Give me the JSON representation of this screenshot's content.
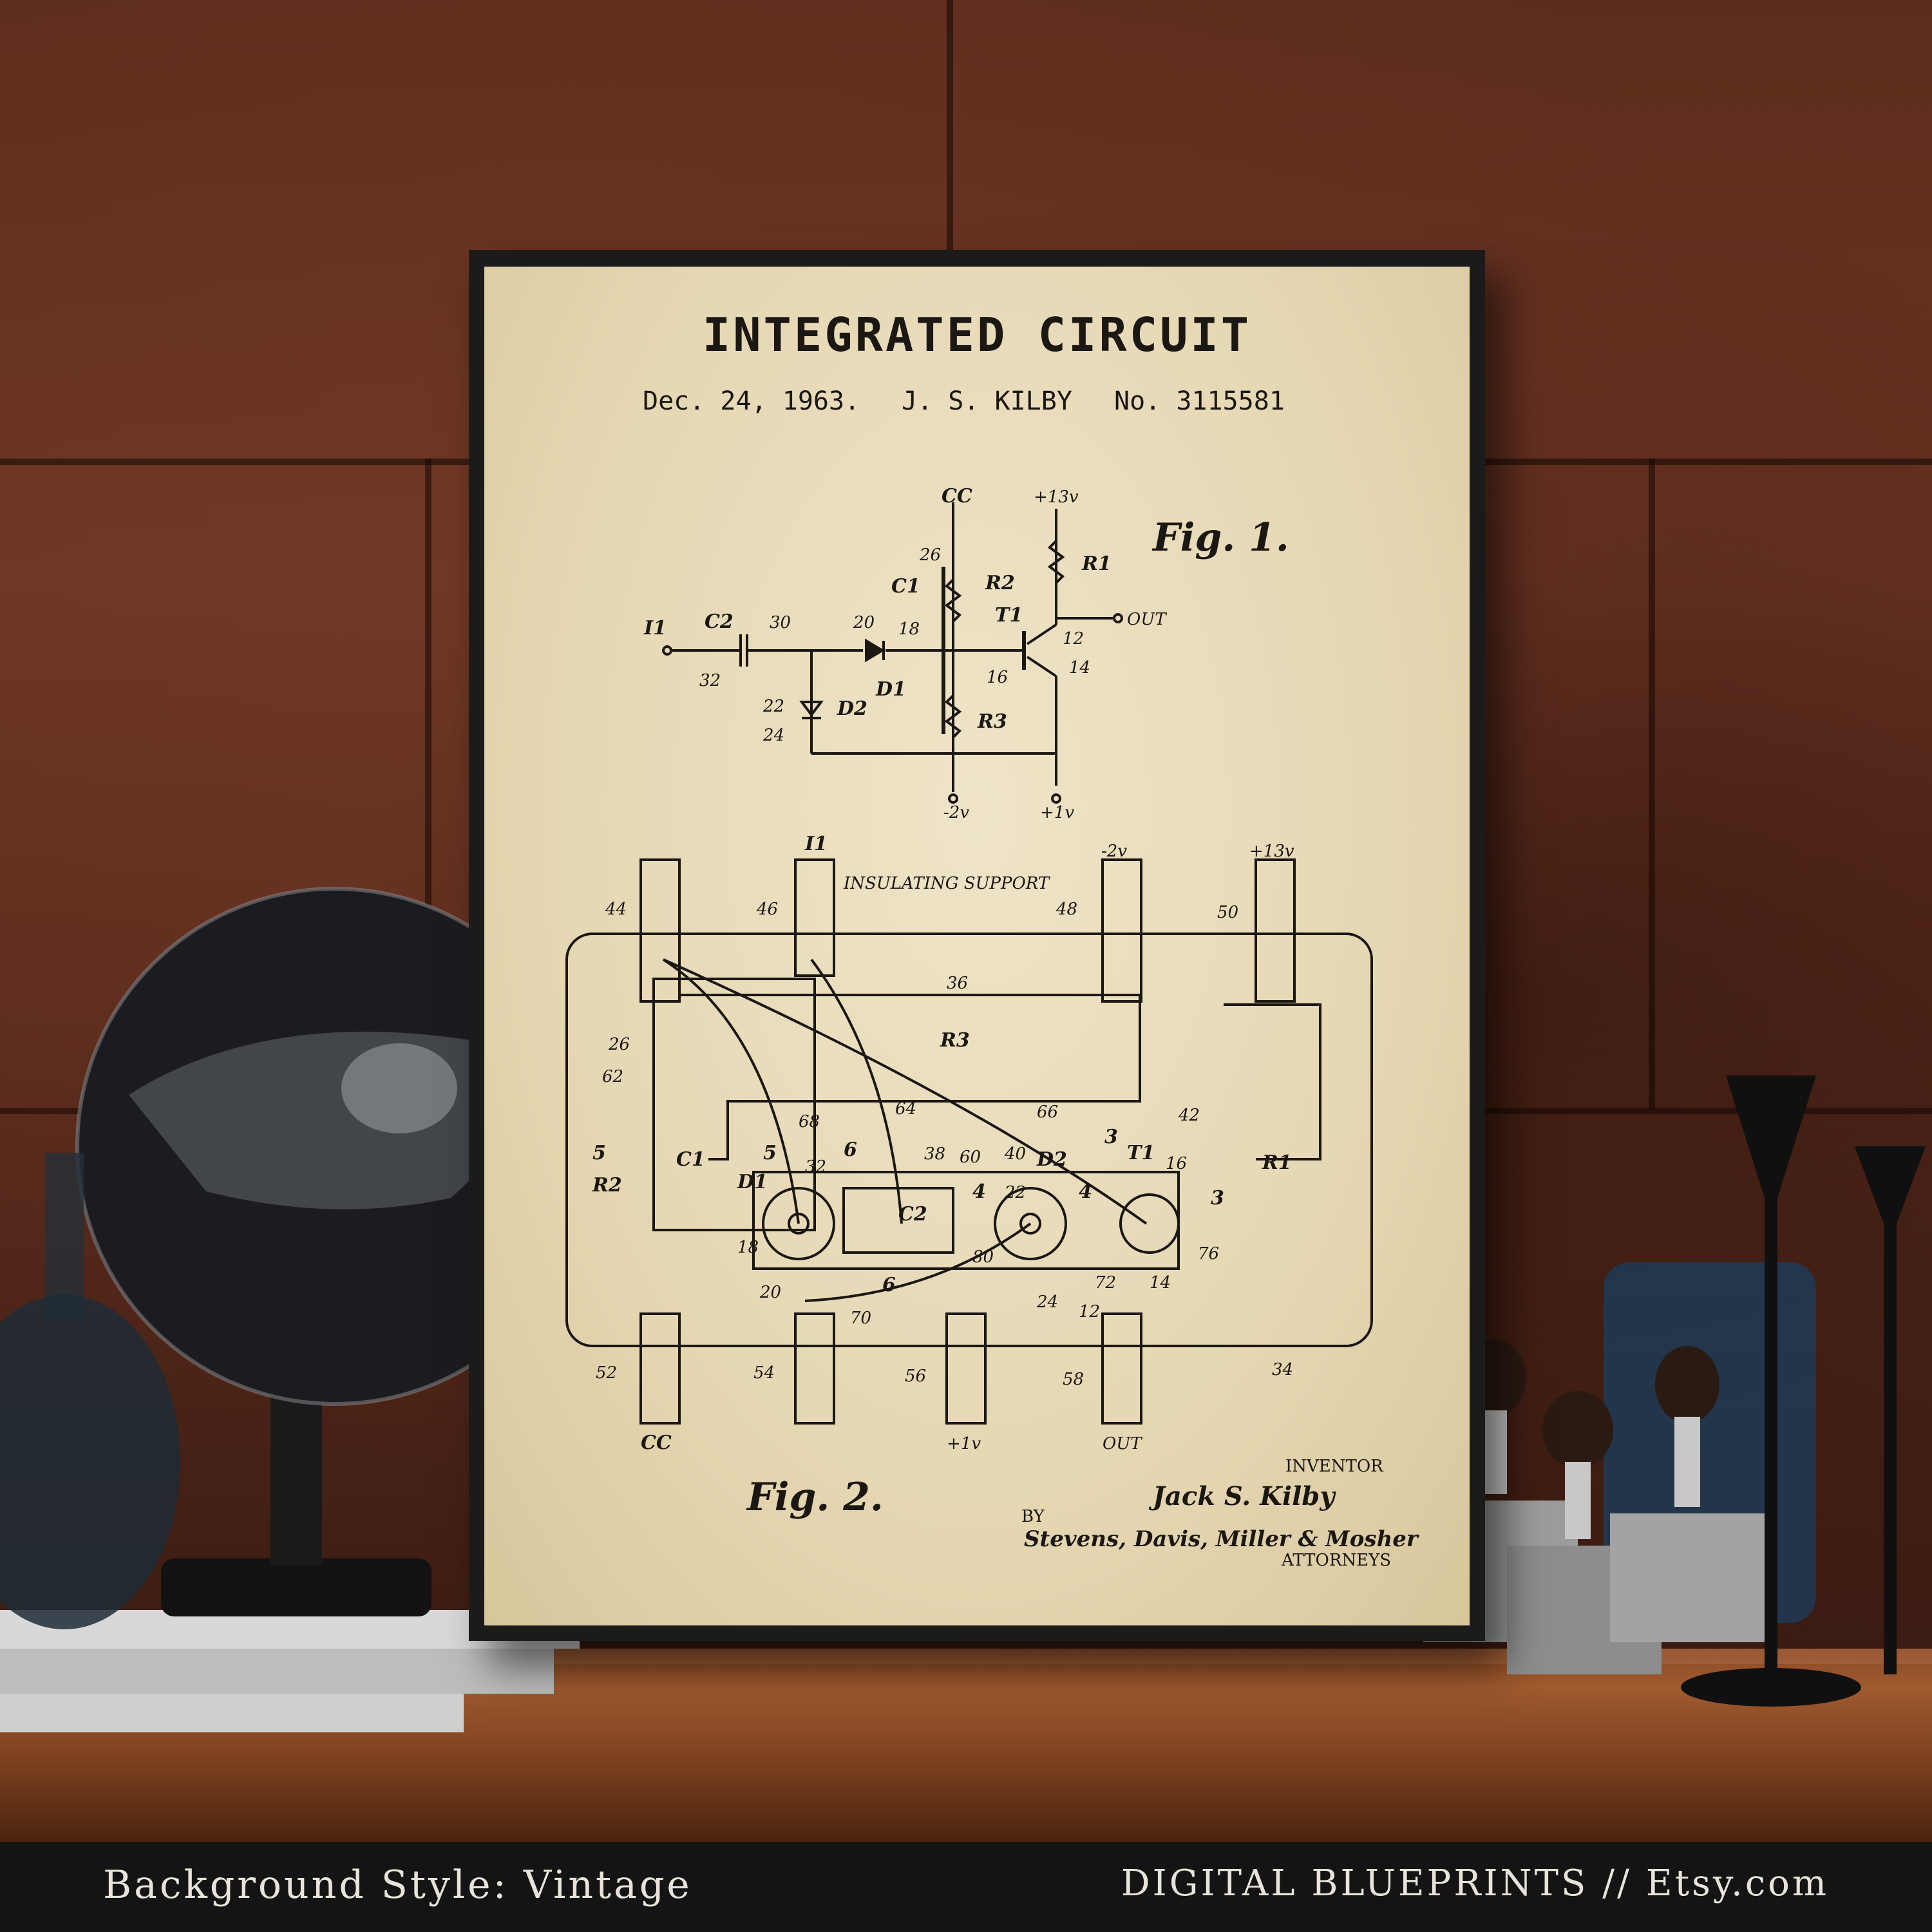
{
  "banner": {
    "left": "Background Style: Vintage",
    "right": "DIGITAL BLUEPRINTS // Etsy.com"
  },
  "poster": {
    "title": "INTEGRATED CIRCUIT",
    "date": "Dec. 24, 1963.",
    "inventor_short": "J. S. KILBY",
    "patent_no": "No. 3115581",
    "fig1": "Fig. 1.",
    "fig2": "Fig. 2.",
    "inventor_label": "INVENTOR",
    "inventor_name": "Jack S. Kilby",
    "by": "BY",
    "attorneys_names": "Stevens, Davis, Miller & Mosher",
    "attorneys_label": "ATTORNEYS"
  },
  "fig1_labels": {
    "cc": "CC",
    "plus13v": "+13v",
    "r1": "R1",
    "out": "OUT",
    "i1": "I1",
    "c2": "C2",
    "n30": "30",
    "n32": "32",
    "n20": "20",
    "n18": "18",
    "n26": "26",
    "c1": "C1",
    "r2": "R2",
    "t1": "T1",
    "n12": "12",
    "n16": "16",
    "n14": "14",
    "d1": "D1",
    "n22": "22",
    "d2": "D2",
    "n24": "24",
    "r3": "R3",
    "minus2v": "-2v",
    "plus1v": "+1v"
  },
  "fig2_labels": {
    "i1": "I1",
    "minus2v": "-2v",
    "plus13v": "+13v",
    "insulating": "INSULATING SUPPORT",
    "n44": "44",
    "n46": "46",
    "n48": "48",
    "n50": "50",
    "n36": "36",
    "r3": "R3",
    "n26": "26",
    "n62": "62",
    "n64": "64",
    "n66": "66",
    "n42": "42",
    "r1": "R1",
    "n68": "68",
    "c1": "C1",
    "r2": "R2",
    "n5a": "5",
    "n5b": "5",
    "n6a": "6",
    "n32": "32",
    "n38": "38",
    "n60": "60",
    "n40": "40",
    "d2": "D2",
    "n3a": "3",
    "t1": "T1",
    "n16": "16",
    "n3b": "3",
    "d1": "D1",
    "c2": "C2",
    "n22": "22",
    "n4a": "4",
    "n4b": "4",
    "n18": "18",
    "n80": "80",
    "n76": "76",
    "n20": "20",
    "n6b": "6",
    "n70": "70",
    "n24": "24",
    "n72": "72",
    "n12": "12",
    "n14": "14",
    "n52": "52",
    "n54": "54",
    "n56": "56",
    "n58": "58",
    "n34": "34",
    "cc": "CC",
    "plus1v": "+1v",
    "out": "OUT"
  }
}
